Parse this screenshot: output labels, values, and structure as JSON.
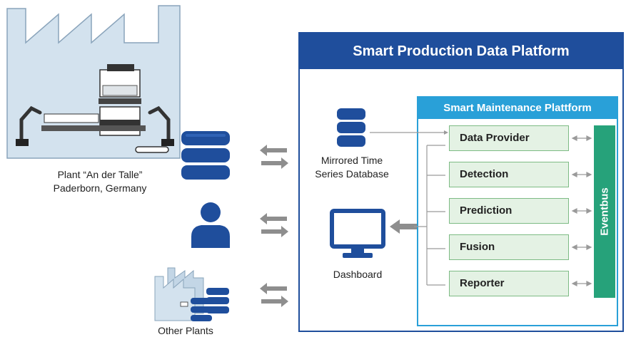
{
  "plant_label_line1": "Plant “An der Talle”",
  "plant_label_line2": "Paderborn, Germany",
  "other_plants_label": "Other Plants",
  "platform_title": "Smart Production Data Platform",
  "mirrored_db_line1": "Mirrored Time",
  "mirrored_db_line2": "Series Database",
  "dashboard_label": "Dashboard",
  "maintenance_title": "Smart Maintenance Plattform",
  "modules": [
    "Data Provider",
    "Detection",
    "Prediction",
    "Fusion",
    "Reporter"
  ],
  "eventbus_label": "Eventbus",
  "colors": {
    "navy": "#1f4e9c",
    "light_blue": "#29a0d8",
    "factory_fill": "#d3e2ee",
    "module_fill": "#e4f2e4",
    "eventbus": "#26a27a",
    "arrow_gray": "#8e8e8e"
  }
}
